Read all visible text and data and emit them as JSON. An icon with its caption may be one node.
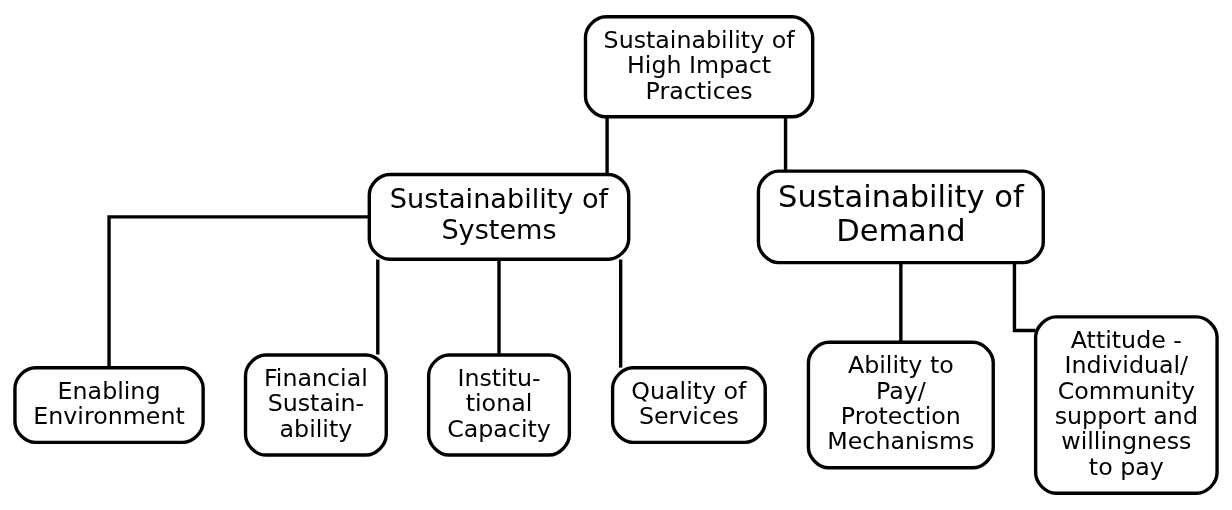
{
  "diagram": {
    "nodes": [
      {
        "text": [
          "Sustainability of High Impact Practices"
        ]
      },
      {
        "text": [
          "Sustainability of Systems"
        ]
      },
      {
        "text": [
          "Sustainability of Demand"
        ]
      },
      {
        "text": [
          "Enabling Environment"
        ]
      },
      {
        "text": [
          "Financial Sustain- ability"
        ]
      },
      {
        "text": [
          "Institu- tional Capacity"
        ]
      },
      {
        "text": [
          "Quality of Services"
        ]
      },
      {
        "text": [
          "Ability to Pay/ Protection Mechanisms"
        ]
      },
      {
        "text": [
          "Attitude - Individual/ Community support and willingness to pay"
        ]
      }
    ],
    "edges": [
      {
        "from": 0,
        "to": 1,
        "arrow": "none"
      },
      {
        "from": 0,
        "to": 2,
        "arrow": "none"
      },
      {
        "from": 1,
        "to": 3,
        "arrow": "none"
      },
      {
        "from": 1,
        "to": 4,
        "arrow": "none"
      },
      {
        "from": 1,
        "to": 5,
        "arrow": "none"
      },
      {
        "from": 1,
        "to": 6,
        "arrow": "none"
      },
      {
        "from": 2,
        "to": 7,
        "arrow": "none"
      },
      {
        "from": 2,
        "to": 8,
        "arrow": "none"
      }
    ]
  }
}
